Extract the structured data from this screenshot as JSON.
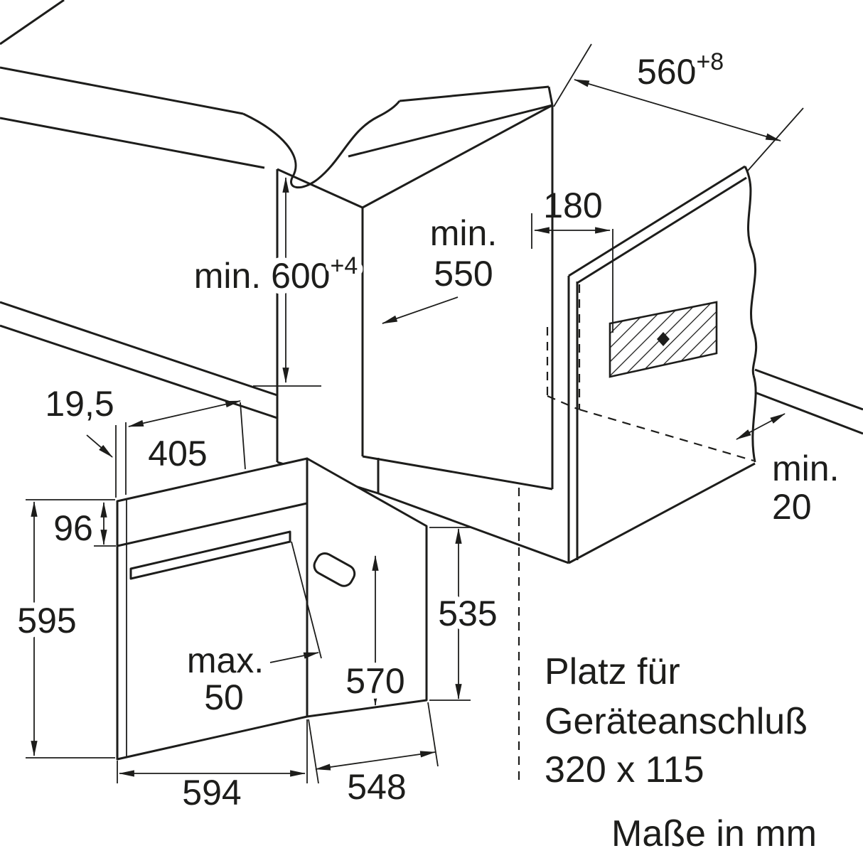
{
  "diagram": {
    "dims": {
      "niche_height": {
        "main": "min. 600",
        "sup": "+4"
      },
      "niche_width": {
        "main": "560",
        "sup": "+8"
      },
      "min_depth": {
        "line1": "min.",
        "line2": "550"
      },
      "connection_offset": "180",
      "min_rear_gap": {
        "line1": "min.",
        "line2": "20"
      },
      "door_gap": "19,5",
      "top_depth": "405",
      "panel_height": "96",
      "oven_height": "595",
      "handle_protrusion": {
        "line1": "max.",
        "line2": "50"
      },
      "front_inner_height": "570",
      "body_height": "535",
      "oven_width": "594",
      "body_depth": "548"
    },
    "notes": {
      "connection_line1": "Platz für",
      "connection_line2": "Geräteanschluß",
      "connection_line3": "320 x 115",
      "units": "Maße in mm"
    },
    "colors": {
      "line": "#1d1d1b",
      "background": "#ffffff"
    }
  }
}
